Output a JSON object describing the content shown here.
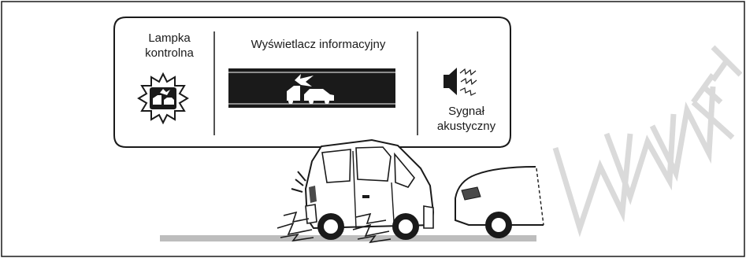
{
  "callout": {
    "warning_light_label": "Lampka kontrolna",
    "display_label": "Wyświetlacz informacyjny",
    "sound_label": "Sygnał akustyczny"
  },
  "watermark": "WWNETR",
  "icons": [
    "warning-light-icon",
    "collision-display-icon",
    "speaker-icon",
    "van-icon",
    "car-icon"
  ]
}
